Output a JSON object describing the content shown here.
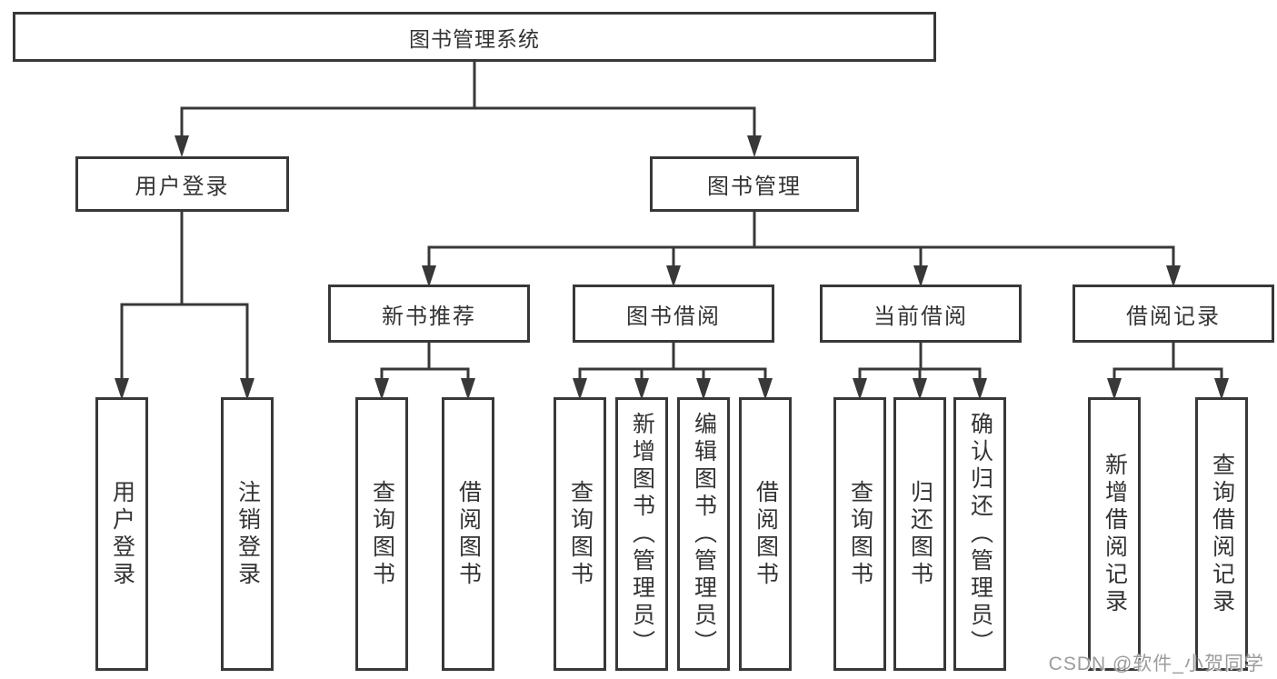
{
  "diagram_title": "图书管理系统",
  "nodes": {
    "root": "图书管理系统",
    "user_login": "用户登录",
    "book_mgmt": "图书管理",
    "new_book_rec": "新书推荐",
    "book_borrow": "图书借阅",
    "current_borrow": "当前借阅",
    "borrow_record": "借阅记录",
    "leaf_user_login": "用户登录",
    "leaf_logout": "注销登录",
    "leaf_query_book_rec": "查询图书",
    "leaf_borrow_book_rec": "借阅图书",
    "leaf_query_book_borrow": "查询图书",
    "leaf_add_book": "新增图书（管理员）",
    "leaf_edit_book": "编辑图书（管理员）",
    "leaf_borrow_book_borrow": "借阅图书",
    "leaf_query_book_current": "查询图书",
    "leaf_return_book": "归还图书",
    "leaf_confirm_return": "确认归还（管理员）",
    "leaf_add_record": "新增借阅记录",
    "leaf_query_record": "查询借阅记录"
  },
  "edges": [
    [
      "图书管理系统",
      "用户登录"
    ],
    [
      "图书管理系统",
      "图书管理"
    ],
    [
      "用户登录",
      "用户登录"
    ],
    [
      "用户登录",
      "注销登录"
    ],
    [
      "图书管理",
      "新书推荐"
    ],
    [
      "图书管理",
      "图书借阅"
    ],
    [
      "图书管理",
      "当前借阅"
    ],
    [
      "图书管理",
      "借阅记录"
    ],
    [
      "新书推荐",
      "查询图书"
    ],
    [
      "新书推荐",
      "借阅图书"
    ],
    [
      "图书借阅",
      "查询图书"
    ],
    [
      "图书借阅",
      "新增图书（管理员）"
    ],
    [
      "图书借阅",
      "编辑图书（管理员）"
    ],
    [
      "图书借阅",
      "借阅图书"
    ],
    [
      "当前借阅",
      "查询图书"
    ],
    [
      "当前借阅",
      "归还图书"
    ],
    [
      "当前借阅",
      "确认归还（管理员）"
    ],
    [
      "借阅记录",
      "新增借阅记录"
    ],
    [
      "借阅记录",
      "查询借阅记录"
    ]
  ],
  "watermark": "CSDN @软件_小贺同学",
  "colors": {
    "line": "#383838",
    "text": "#333333",
    "background": "#ffffff",
    "watermark": "#9c9c9c"
  }
}
